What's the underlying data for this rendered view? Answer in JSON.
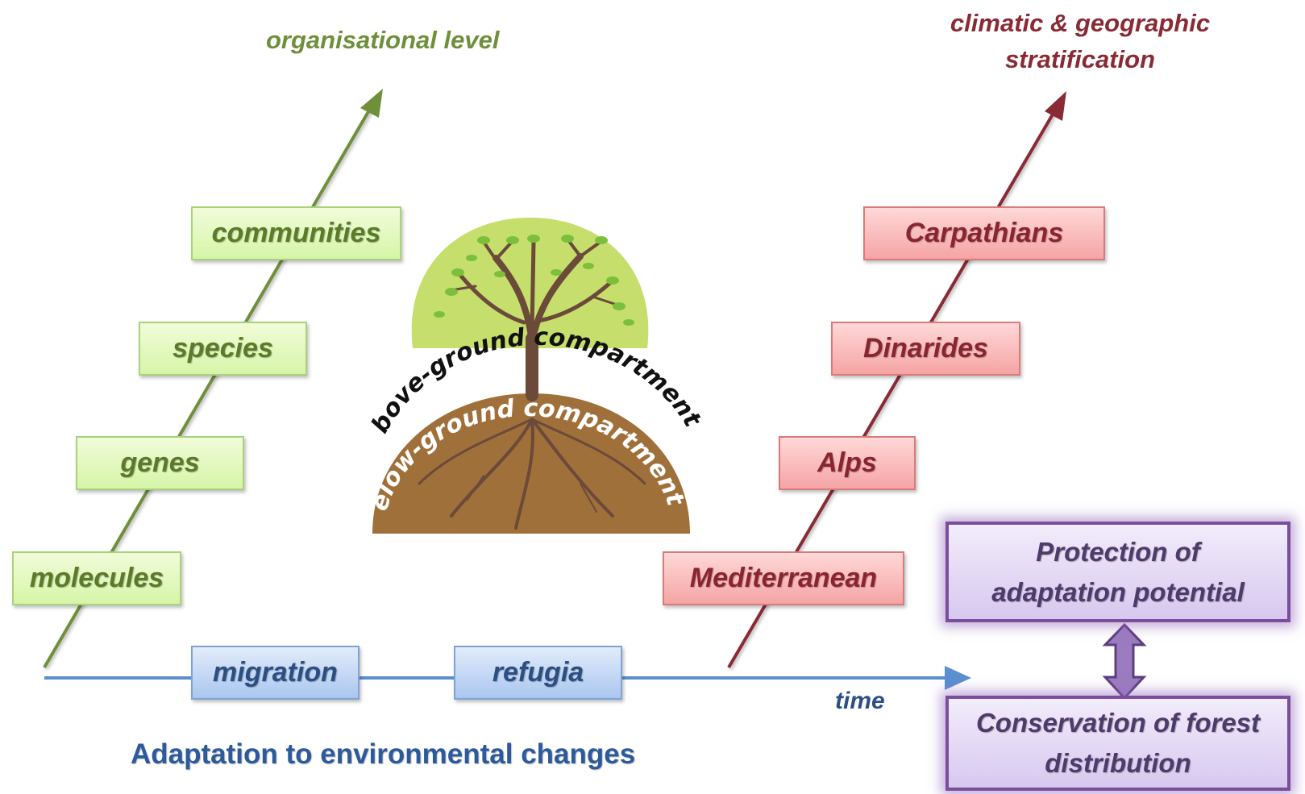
{
  "axes": {
    "organisational_label": "organisational level",
    "climatic_label": "climatic & geographic stratification",
    "time_label": "time"
  },
  "organisational_levels": [
    "molecules",
    "genes",
    "species",
    "communities"
  ],
  "regions": [
    "Mediterranean",
    "Alps",
    "Dinarides",
    "Carpathians"
  ],
  "processes": [
    "migration",
    "refugia"
  ],
  "tree": {
    "above_label": "above-ground compartments",
    "below_label": "below-ground compartments"
  },
  "footer_title": "Adaptation to environmental changes",
  "outcomes": {
    "protection_line1": "Protection of",
    "protection_line2": "adaptation potential",
    "conservation_line1": "Conservation of forest",
    "conservation_line2": "distribution"
  },
  "colors": {
    "green_axis": "#6f8f3a",
    "red_axis": "#8a2a35",
    "blue_axis": "#5b8fd0",
    "purple": "#7a4e9c"
  }
}
